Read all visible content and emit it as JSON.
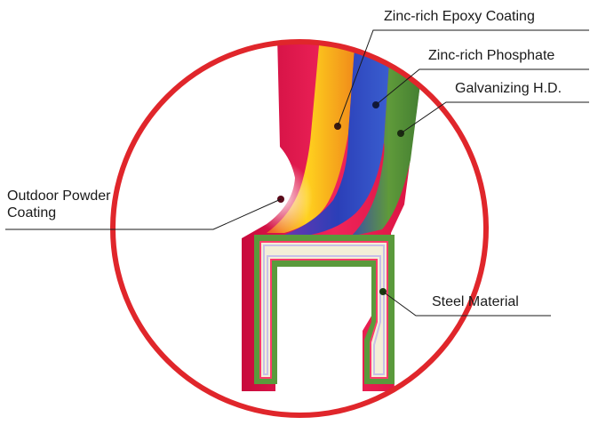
{
  "labels": {
    "zinc_epoxy": "Zinc-rich Epoxy Coating",
    "zinc_phosphate": "Zinc-rich Phosphate",
    "galvanizing": "Galvanizing H.D.",
    "powder_line1": "Outdoor Powder",
    "powder_line2": "Coating",
    "steel": "Steel Material"
  },
  "colors": {
    "circle_outline": "#e0262b",
    "powder_layer": "#e8204f",
    "epoxy_layer": "#f2b21c",
    "phosphate_layer": "#3645b8",
    "galvanizing_layer": "#4f8a3c",
    "steel_core": "#f3efd8"
  }
}
